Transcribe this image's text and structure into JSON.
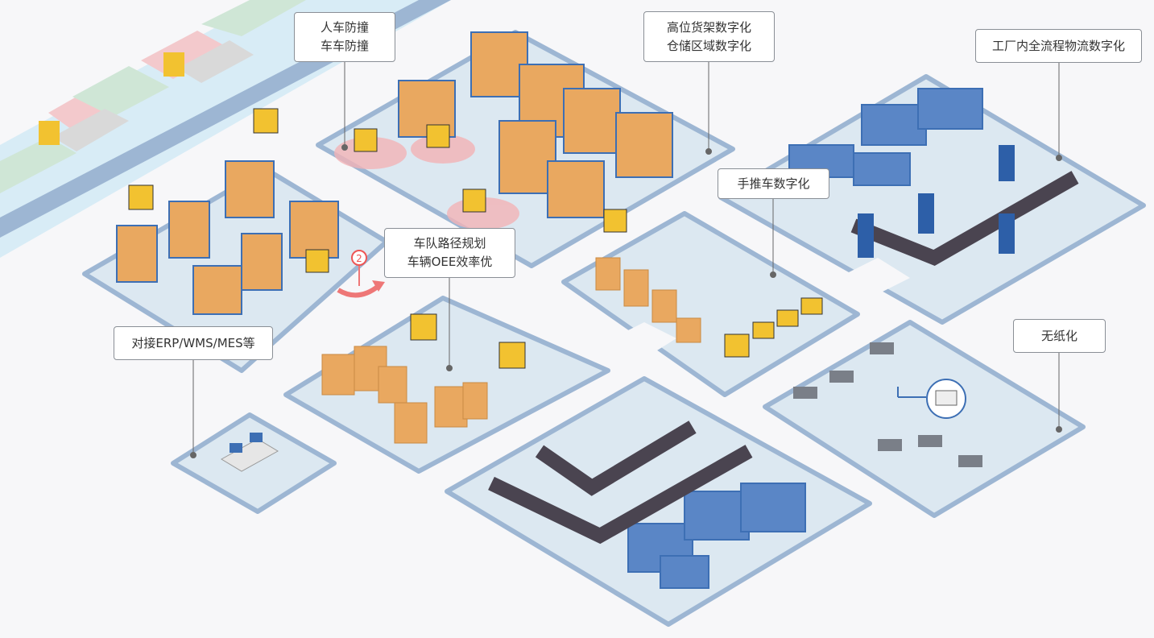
{
  "labels": {
    "collision": [
      "人车防撞",
      "车车防撞"
    ],
    "racks": [
      "高位货架数字化",
      "仓储区域数字化"
    ],
    "factory": [
      "工厂内全流程物流数字化"
    ],
    "cart": [
      "手推车数字化"
    ],
    "fleet": [
      "车队路径规划",
      "车辆OEE效率优"
    ],
    "erp": [
      "对接ERP/WMS/MES等"
    ],
    "paperless": [
      "无纸化"
    ]
  },
  "route_marker": "2",
  "colors": {
    "platform": "#dce8f1",
    "platform_edge": "#9db6d3",
    "box": "#e9a860",
    "rack": "#3d6fb4",
    "forklift": "#f2c230",
    "safety_zone": "#f3b3b6"
  }
}
